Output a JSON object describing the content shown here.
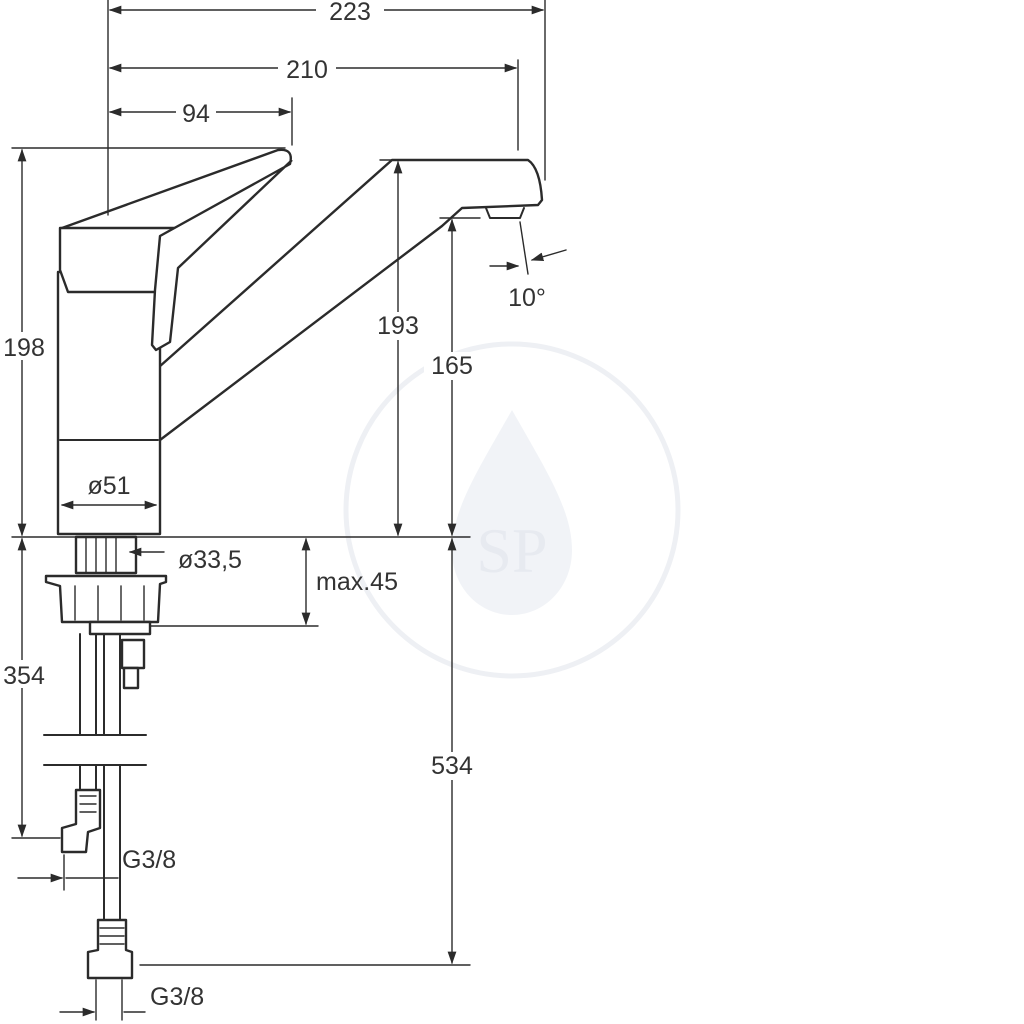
{
  "dimensions": {
    "total_reach": "223",
    "spout_reach": "210",
    "lever_reach": "94",
    "total_height": "198",
    "spout_height": "193",
    "outlet_height": "165",
    "spout_angle": "10°",
    "body_diameter": "ø51",
    "shank_diameter": "ø33,5",
    "max_mount_thickness": "max.45",
    "left_hose_length": "354",
    "right_hose_length": "534",
    "left_connection": "G3/8",
    "right_connection": "G3/8"
  },
  "watermark": {
    "text": "SP"
  },
  "colors": {
    "line": "#2b2b2b",
    "text": "#333333",
    "watermark": "#eef0f4",
    "background": "#ffffff"
  }
}
